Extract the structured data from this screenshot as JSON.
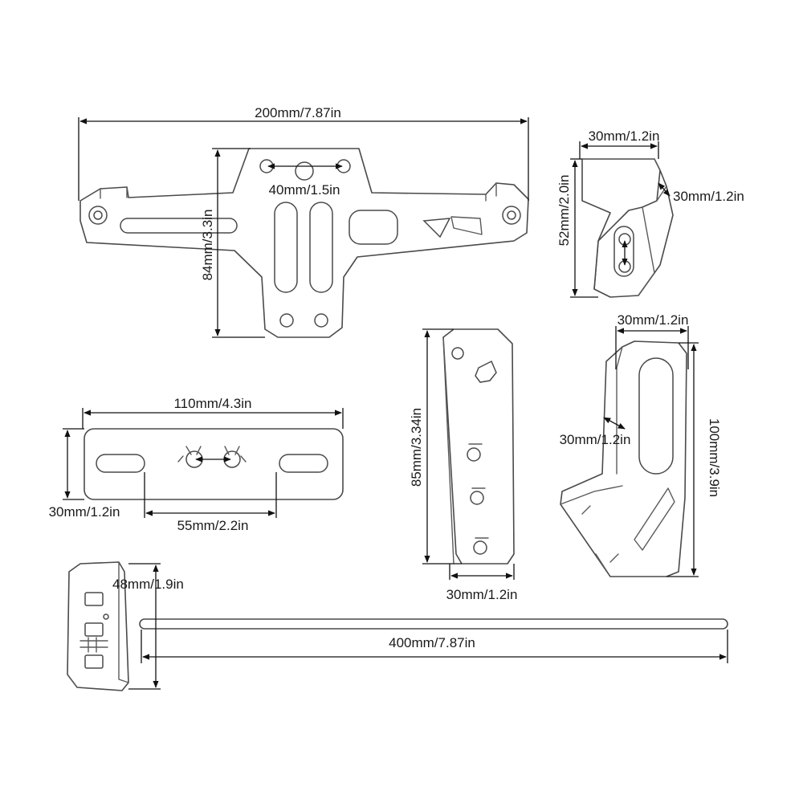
{
  "dimensions": {
    "main_width": "200mm/7.87in",
    "main_height": "84mm/3.3in",
    "main_hole_spacing": "40mm/1.5in",
    "clip_width": "30mm/1.2in",
    "clip_depth": "30mm/1.2in",
    "clip_height": "52mm/2.0in",
    "plate_width": "110mm/4.3in",
    "plate_height": "30mm/1.2in",
    "plate_slot_spacing": "55mm/2.2in",
    "strip_height": "85mm/3.34in",
    "strip_width": "30mm/1.2in",
    "angle_width": "30mm/1.2in",
    "angle_slot_width": "30mm/1.2in",
    "angle_height": "100mm/3.9in",
    "light_height": "48mm/1.9in",
    "rod_length": "400mm/7.87in"
  }
}
